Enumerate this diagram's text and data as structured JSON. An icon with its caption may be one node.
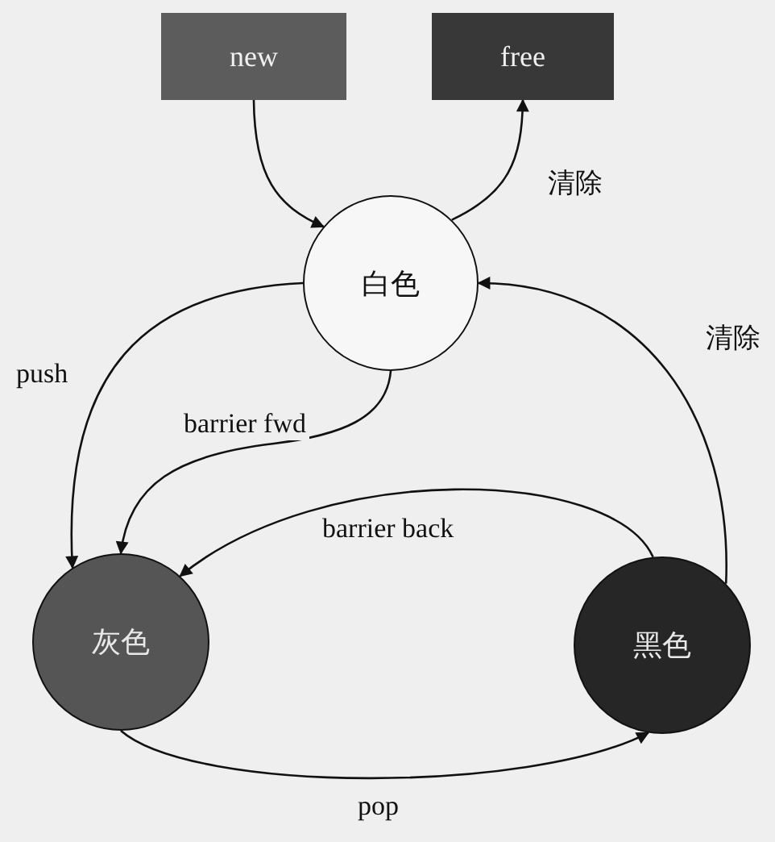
{
  "diagram": {
    "nodes": [
      {
        "text": [
          "new"
        ]
      },
      {
        "text": [
          "free"
        ]
      },
      {
        "text": [
          "白色"
        ]
      },
      {
        "text": [
          "灰色"
        ]
      },
      {
        "text": [
          "黑色"
        ]
      }
    ],
    "edges": [
      {
        "from": 0,
        "to": 2,
        "arrow": "to"
      },
      {
        "from": 2,
        "to": 1,
        "arrow": "to",
        "label": "清除"
      },
      {
        "from": 2,
        "to": 3,
        "arrow": "to",
        "label": "push"
      },
      {
        "from": 2,
        "to": 3,
        "arrow": "to",
        "label": "barrier fwd"
      },
      {
        "from": 4,
        "to": 3,
        "arrow": "to",
        "label": "barrier back"
      },
      {
        "from": 4,
        "to": 2,
        "arrow": "to",
        "label": "清除"
      },
      {
        "from": 3,
        "to": 4,
        "arrow": "to",
        "label": "pop"
      }
    ]
  }
}
